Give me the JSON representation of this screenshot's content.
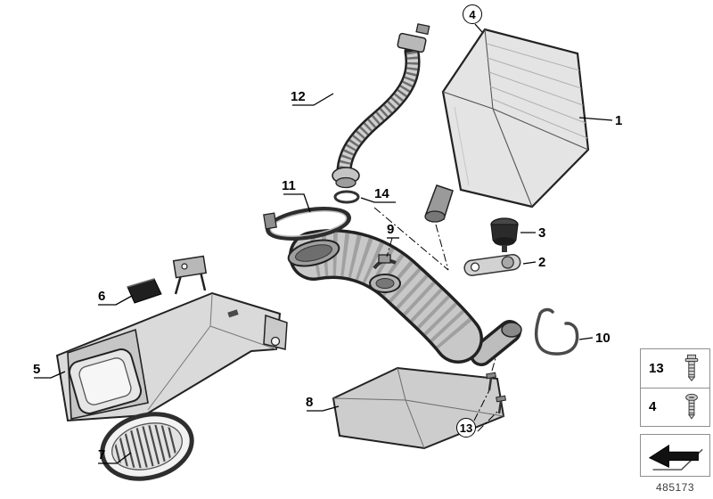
{
  "diagram": {
    "part_number": "485173",
    "callouts": {
      "n1": "1",
      "n2": "2",
      "n3": "3",
      "n4": "4",
      "n5": "5",
      "n6": "6",
      "n7": "7",
      "n8": "8",
      "n9": "9",
      "n10": "10",
      "n11": "11",
      "n12": "12",
      "n13": "13",
      "n14": "14"
    },
    "legend": {
      "row1_label": "13",
      "row2_label": "4"
    }
  }
}
